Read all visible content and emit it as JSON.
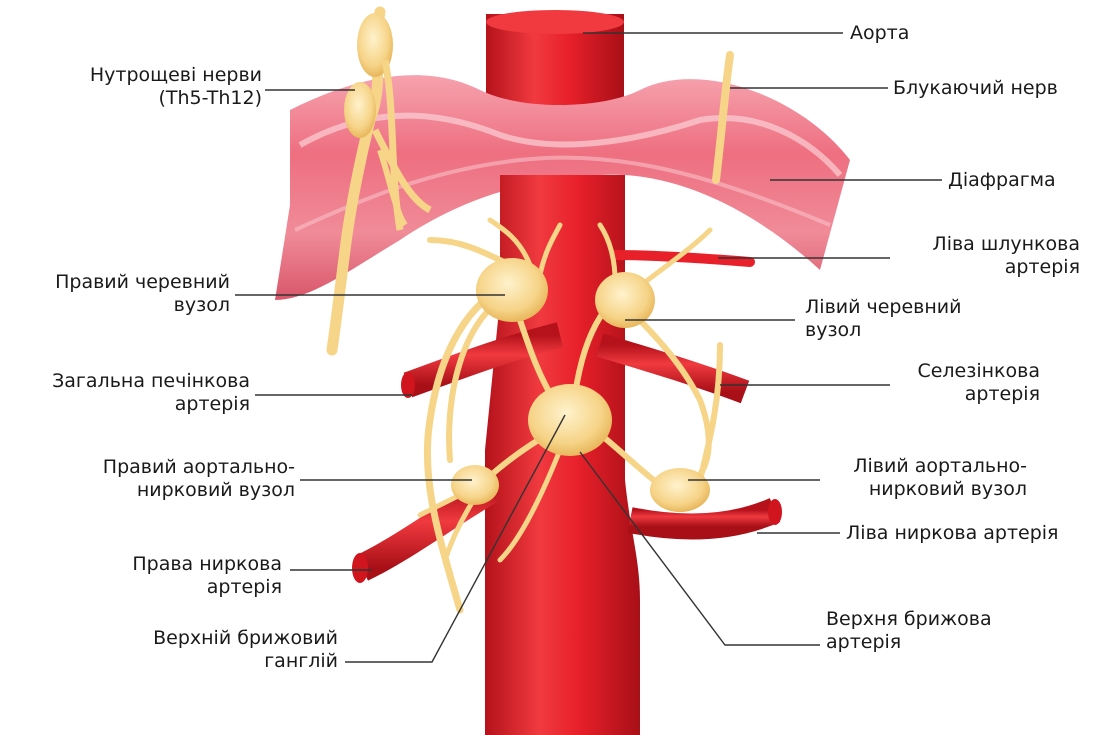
{
  "labels": {
    "aorta": [
      "Аорта"
    ],
    "visceral_nerves": [
      "Нутрощеві нерви",
      "(Th5-Th12)"
    ],
    "vagus_nerve": [
      "Блукаючий нерв"
    ],
    "diaphragm": [
      "Діафрагма"
    ],
    "left_gastric_artery": [
      "Ліва шлункова",
      "артерія"
    ],
    "right_celiac_ganglion": [
      "Правий черевний",
      "вузол"
    ],
    "left_celiac_ganglion": [
      "Лівий черевний",
      "вузол"
    ],
    "common_hepatic_artery": [
      "Загальна печінкова",
      "артерія"
    ],
    "splenic_artery": [
      "Селезінкова",
      "артерія"
    ],
    "right_aorticorenal_ganglion": [
      "Правий аортально-",
      "нирковий вузол"
    ],
    "left_aorticorenal_ganglion": [
      "Лівий аортально-",
      "нирковий вузол"
    ],
    "left_renal_artery": [
      "Ліва ниркова артерія"
    ],
    "right_renal_artery": [
      "Права ниркова",
      "артерія"
    ],
    "superior_mesenteric_ganglion": [
      "Верхній брижовий",
      "ганглій"
    ],
    "superior_mesenteric_artery": [
      "Верхня брижова",
      "артерія"
    ]
  },
  "colors": {
    "artery": "#e8202a",
    "artery_dark": "#b5121b",
    "diaphragm": "#ee6f80",
    "diaphragm_light": "#f7b6bf",
    "nerve": "#f6d488",
    "nerve_dark": "#e8b75c",
    "leader_line": "#333333"
  }
}
